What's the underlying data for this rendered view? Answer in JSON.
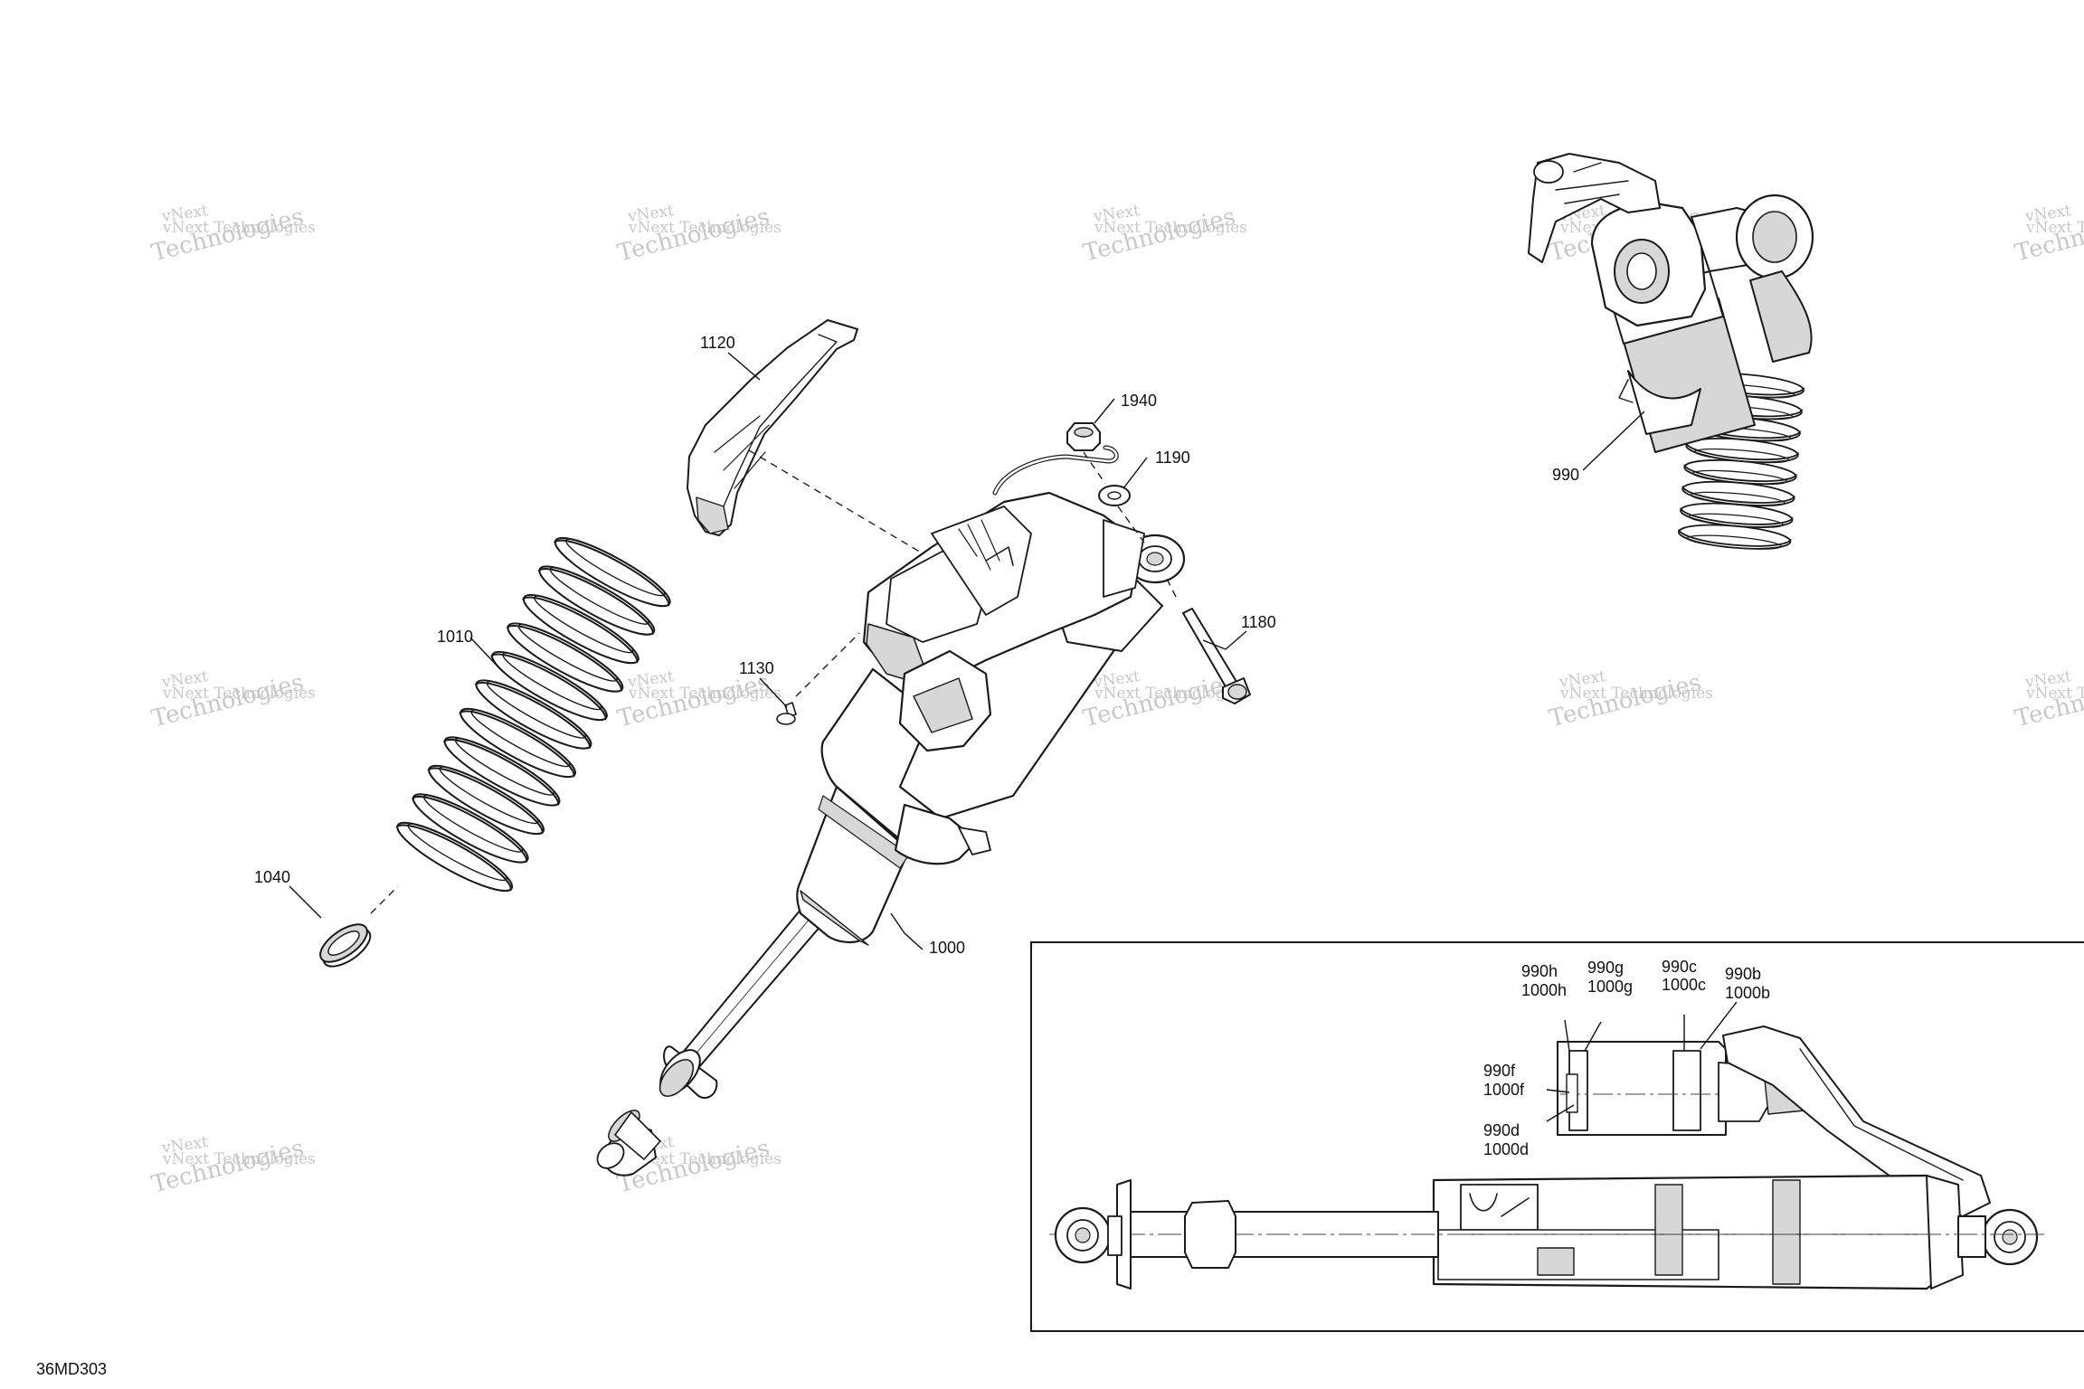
{
  "diagram": {
    "figure_code": "36MD303",
    "watermark": {
      "line1": "vNext Technologies",
      "line2": "Technologies",
      "arc": "vNext"
    },
    "callouts": {
      "spring": "1010",
      "spring_seat": "1040",
      "guard": "1120",
      "nut": "1940",
      "washer": "1190",
      "bolt": "1180",
      "screw": "1130",
      "shock": "1000",
      "shock_assembly": "990"
    },
    "detail_callouts": {
      "h": [
        "990h",
        "1000h"
      ],
      "g": [
        "990g",
        "1000g"
      ],
      "c": [
        "990c",
        "1000c"
      ],
      "b": [
        "990b",
        "1000b"
      ],
      "f": [
        "990f",
        "1000f"
      ],
      "d": [
        "990d",
        "1000d"
      ]
    }
  }
}
